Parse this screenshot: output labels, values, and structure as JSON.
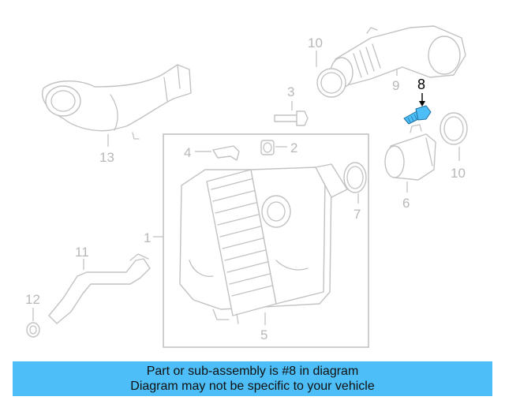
{
  "callouts": {
    "p1": "1",
    "p2": "2",
    "p3": "3",
    "p4": "4",
    "p5": "5",
    "p6": "6",
    "p7": "7",
    "p8": "8",
    "p9": "9",
    "p10a": "10",
    "p10b": "10",
    "p11": "11",
    "p12": "12",
    "p13": "13"
  },
  "highlight_part": "8",
  "banner": {
    "line1": "Part or sub-assembly is #8 in diagram",
    "line2": "Diagram may not be specific to your vehicle"
  },
  "colors": {
    "banner_bg": "#4dbef7",
    "highlight_part": "#4dbef7",
    "line_art": "#c2c2c2"
  }
}
